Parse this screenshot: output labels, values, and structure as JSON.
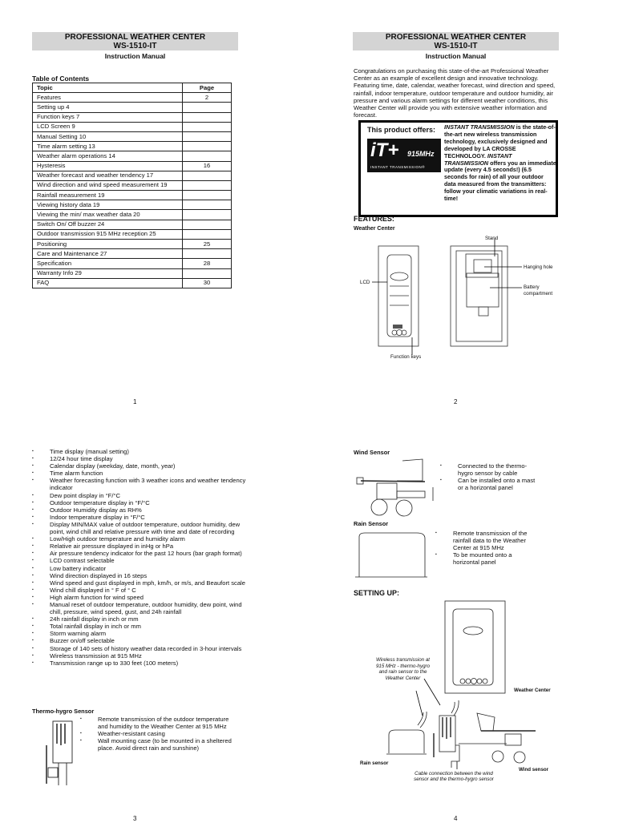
{
  "header": {
    "title": "PROFESSIONAL WEATHER CENTER",
    "model": "WS-1510-IT",
    "subtitle": "Instruction Manual"
  },
  "page1": {
    "toc_title": "Table of Contents",
    "col_topic": "Topic",
    "col_page": "Page",
    "rows": [
      {
        "topic": "Features",
        "page": "2"
      },
      {
        "topic": "Setting up  4",
        "page": ""
      },
      {
        "topic": "Function keys  7",
        "page": ""
      },
      {
        "topic": "LCD Screen  9",
        "page": ""
      },
      {
        "topic": "Manual Setting  10",
        "page": ""
      },
      {
        "topic": "Time alarm setting  13",
        "page": ""
      },
      {
        "topic": "Weather alarm operations  14",
        "page": ""
      },
      {
        "topic": "Hysteresis",
        "page": "16"
      },
      {
        "topic": "Weather forecast and weather tendency   17",
        "page": ""
      },
      {
        "topic": "Wind direction and wind speed measurement  19",
        "page": ""
      },
      {
        "topic": "Rainfall measurement  19",
        "page": ""
      },
      {
        "topic": "Viewing history data  19",
        "page": ""
      },
      {
        "topic": "Viewing the min/ max weather data  20",
        "page": ""
      },
      {
        "topic": "Switch On/ Off buzzer  24",
        "page": ""
      },
      {
        "topic": "Outdoor transmission 915 MHz reception  25",
        "page": ""
      },
      {
        "topic": "Positioning",
        "page": "25"
      },
      {
        "topic": "Care and Maintenance  27",
        "page": ""
      },
      {
        "topic": "Specification",
        "page": "28"
      },
      {
        "topic": "Warranty Info  29",
        "page": ""
      },
      {
        "topic": "FAQ",
        "page": "30"
      }
    ],
    "page_number": "1"
  },
  "page2": {
    "intro": "Congratulations on purchasing this state-of-the-art Professional Weather Center as an example of excellent design and innovative technology. Featuring time, date, calendar, weather forecast, wind direction and speed, rainfall, indoor temperature, outdoor temperature and outdoor humidity, air pressure and various alarm settings for different weather conditions, this Weather Center will provide you with extensive weather information and forecast.",
    "offers_title": "This product offers:",
    "logo_text": "iT+ 915MHz INSTANT TRANSMISSION",
    "offers_lead": "INSTANT TRANSMISSION",
    "offers_text1": " is the state-of-the-art new wireless transmission technology, exclusively designed and developed by    LA CROSSE TECHNOLOGY. ",
    "offers_lead2": "INSTANT TRANSMISSION",
    "offers_text2": " offers you an immediate update (every 4.5 seconds!) (6.5 seconds for rain)  of all your outdoor data measured from the transmitters: follow your climatic variations in real-time!",
    "features_heading": "FEATURES:",
    "weather_center_heading": "Weather Center",
    "labels": {
      "lcd": "LCD",
      "stand": "Stand",
      "hanging_hole": "Hanging hole",
      "battery": "Battery compartment",
      "function_keys": "Function keys"
    },
    "page_number": "2"
  },
  "page3": {
    "features": [
      "Time display (manual setting)",
      "12/24 hour time display",
      "Calendar display (weekday, date, month, year)",
      "Time alarm function",
      "Weather forecasting function with 3 weather icons and weather tendency indicator",
      "Dew point display in °F/°C",
      "Outdoor temperature display in °F/°C",
      "Outdoor Humidity display as RH%",
      "Indoor temperature display in °F/°C",
      "Display MIN/MAX value of outdoor temperature, outdoor humidity, dew point, wind chill and relative pressure with time and date of recording",
      "Low/High outdoor temperature and humidity alarm",
      "Relative air pressure displayed in inHg or hPa",
      "Air pressure tendency indicator for the past 12 hours (bar graph format)",
      "LCD contrast selectable",
      "Low battery indicator",
      "Wind direction displayed in 16 steps",
      "Wind speed and gust displayed in mph, km/h, or m/s, and Beaufort scale",
      "Wind chill displayed in °  F of °  C",
      "High alarm function for wind speed",
      "Manual reset of outdoor temperature, outdoor humidity, dew point, wind chill, pressure, wind speed, gust, and 24h rainfall",
      "24h rainfall display in inch or mm",
      "Total rainfall display in inch or mm",
      "Storm warning alarm",
      "Buzzer on/off selectable",
      "Storage of 140 sets of history weather data recorded in 3-hour intervals",
      "Wireless transmission at 915 MHz",
      "Transmission range up to 330 feet (100 meters)"
    ],
    "thermo_heading": "Thermo-hygro Sensor",
    "thermo_items": [
      "Remote transmission of the outdoor temperature and humidity to the Weather Center at 915 MHz",
      "Weather-resistant casing",
      "Wall mounting case (to be mounted in a sheltered place. Avoid direct rain and sunshine)"
    ],
    "page_number": "3"
  },
  "page4": {
    "wind_heading": "Wind Sensor",
    "wind_items": [
      "Connected to the thermo-hygro sensor by cable",
      "Can be installed onto a mast or a horizontal panel"
    ],
    "rain_heading": "Rain Sensor",
    "rain_items": [
      "Remote transmission of the rainfall data to the Weather Center at 915 MHz",
      "To be mounted onto a horizontal panel"
    ],
    "setting_up_heading": "SETTING UP:",
    "diagram": {
      "wireless_note": "Wireless transmission at 915 MHz - thermo-hygro and rain sensor to the Weather Center",
      "weather_center": "Weather Center",
      "rain_sensor": "Rain sensor",
      "wind_sensor": "Wind sensor",
      "cable_note": "Cable connection between the wind sensor and the thermo-hygro sensor"
    },
    "page_number": "4"
  }
}
